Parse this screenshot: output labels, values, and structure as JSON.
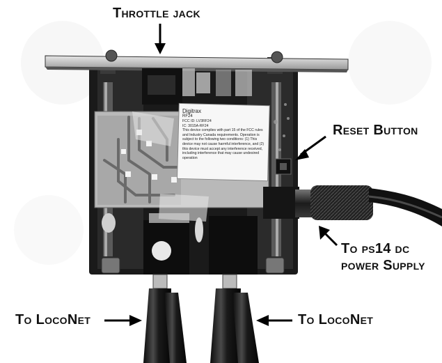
{
  "labels": {
    "throttle_jack": "Throttle jack",
    "reset_button": "Reset Button",
    "to_ps14_line1": "To ps14 dc",
    "to_ps14_line2": "power Supply",
    "to_loconet_left": "To LocoNet",
    "to_loconet_right": "To LocoNet"
  },
  "card": {
    "brand": "Digitrax",
    "model": "RF24",
    "fcc_id": "FCC ID: LV3RF24",
    "ic": "IC: 3015A-RF24",
    "compliance": "This device complies with part 15 of the FCC rules and Industry Canada requirements. Operation is subject to the following two conditions: (1) This device may not cause harmful interference, and (2) this device must accept any interference received, including interference that may cause undesired operation"
  }
}
